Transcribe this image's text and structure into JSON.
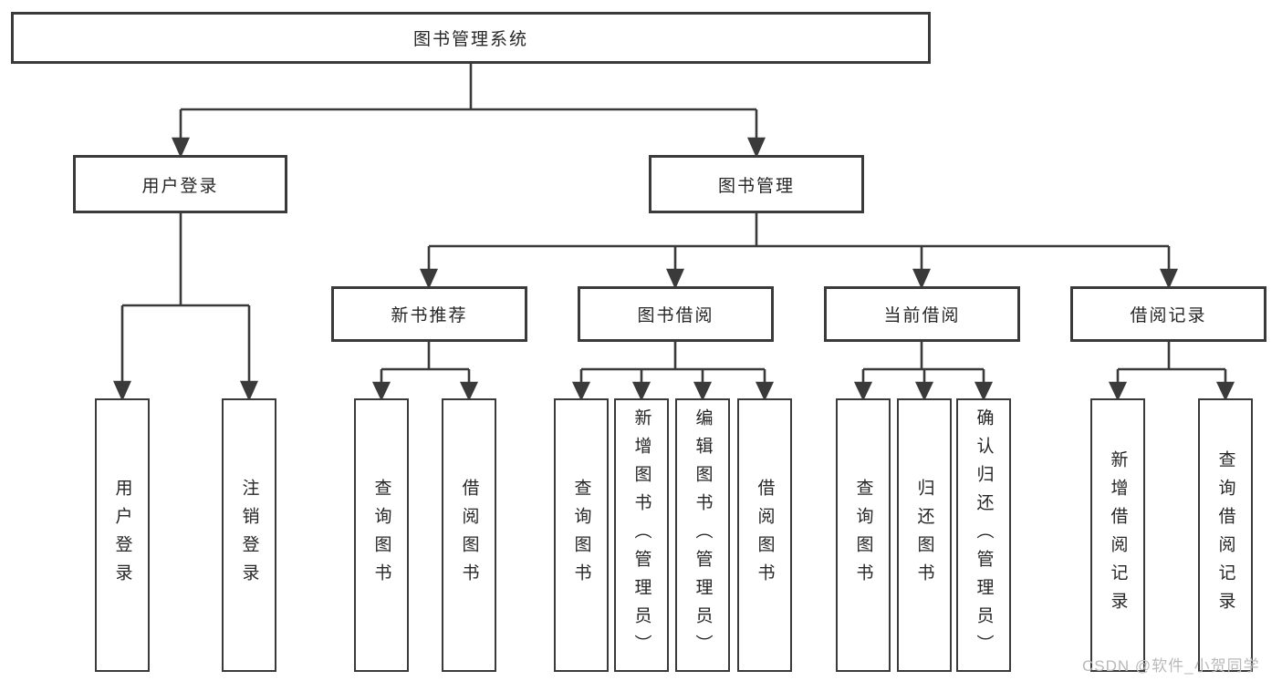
{
  "colors": {
    "line": "#3a3a3a",
    "box_border": "#3a3a3a",
    "text": "#262626",
    "watermark": "#b9b9b9",
    "background": "#ffffff"
  },
  "watermark": {
    "text": "CSDN @软件_小贺同学"
  },
  "tree": {
    "root": {
      "label": "图书管理系统"
    },
    "level2": [
      {
        "label": "用户登录"
      },
      {
        "label": "图书管理"
      }
    ],
    "level3": [
      {
        "label": "新书推荐",
        "parent": "图书管理"
      },
      {
        "label": "图书借阅",
        "parent": "图书管理"
      },
      {
        "label": "当前借阅",
        "parent": "图书管理"
      },
      {
        "label": "借阅记录",
        "parent": "图书管理"
      }
    ],
    "leaves": [
      {
        "label": "用户登录",
        "parent": "用户登录"
      },
      {
        "label": "注销登录",
        "parent": "用户登录"
      },
      {
        "label": "查询图书",
        "parent": "新书推荐"
      },
      {
        "label": "借阅图书",
        "parent": "新书推荐"
      },
      {
        "label": "查询图书",
        "parent": "图书借阅"
      },
      {
        "label": "新增图书（管理员）",
        "parent": "图书借阅"
      },
      {
        "label": "编辑图书（管理员）",
        "parent": "图书借阅"
      },
      {
        "label": "借阅图书",
        "parent": "图书借阅"
      },
      {
        "label": "查询图书",
        "parent": "当前借阅"
      },
      {
        "label": "归还图书",
        "parent": "当前借阅"
      },
      {
        "label": "确认归还（管理员）",
        "parent": "当前借阅"
      },
      {
        "label": "新增借阅记录",
        "parent": "借阅记录"
      },
      {
        "label": "查询借阅记录",
        "parent": "借阅记录"
      }
    ]
  }
}
